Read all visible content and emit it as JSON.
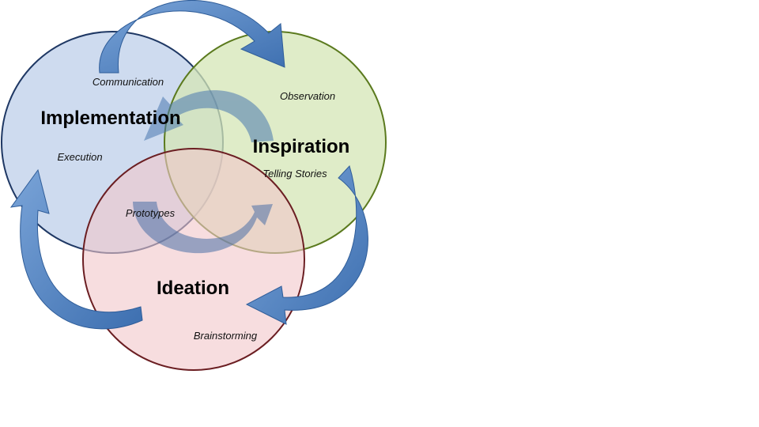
{
  "circles": {
    "implementation": {
      "title": "Implementation",
      "items": [
        "Communication",
        "Execution"
      ],
      "fill": "#c6d5ec",
      "stroke": "#1f3864"
    },
    "inspiration": {
      "title": "Inspiration",
      "items": [
        "Observation",
        "Telling Stories"
      ],
      "fill": "#d4e6b5",
      "stroke": "#5b7a1e"
    },
    "ideation": {
      "title": "Ideation",
      "items": [
        "Brainstorming"
      ],
      "fill": "#f2c7c9",
      "stroke": "#6b1e22"
    }
  },
  "center": {
    "label": "Prototypes"
  },
  "colors": {
    "arrow": "#4f81bd",
    "arrow_dark": "#3a6aa8",
    "inner_arrow": "#5a7fb0"
  }
}
